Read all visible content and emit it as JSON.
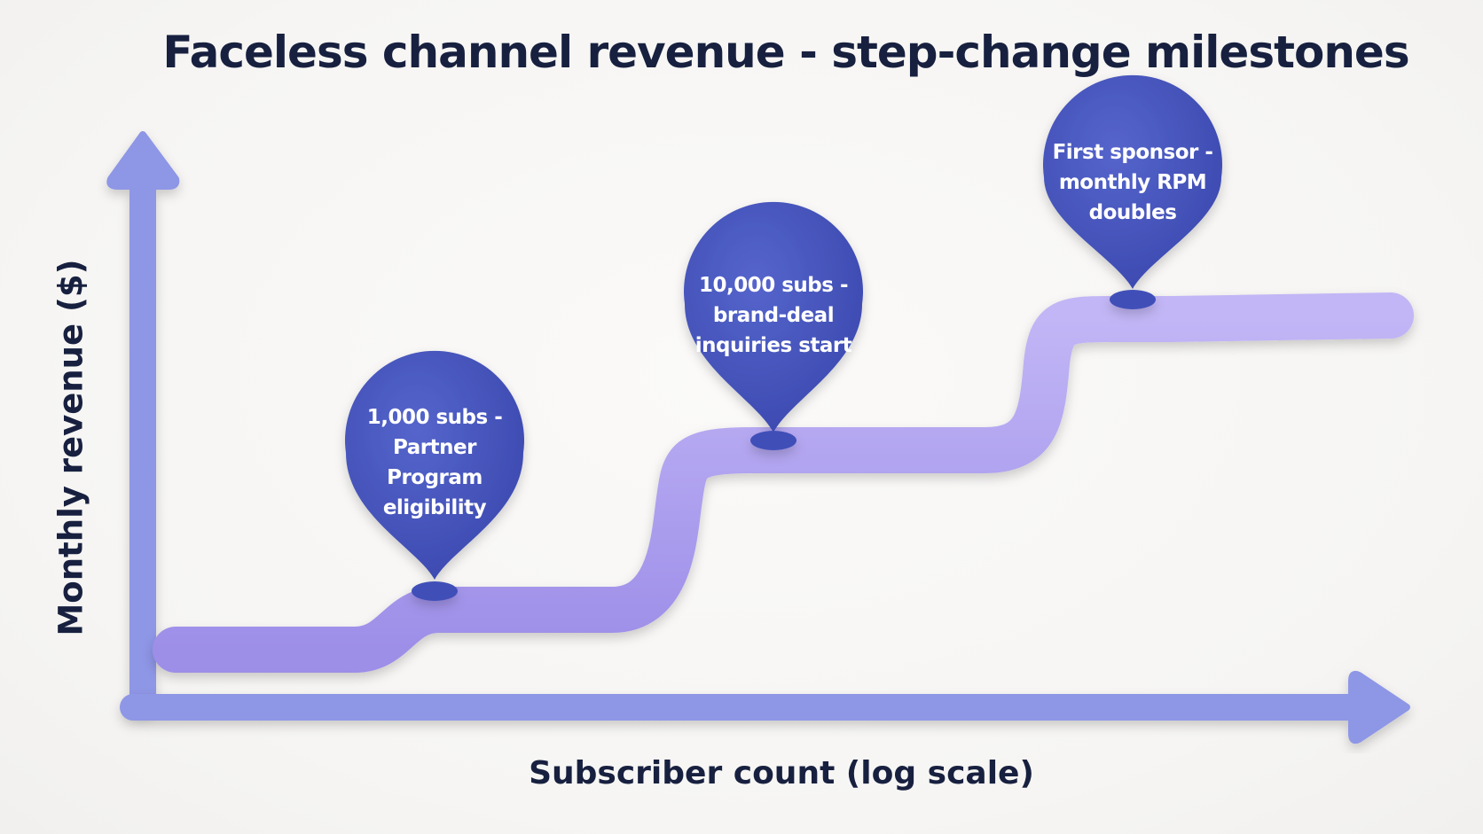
{
  "title": "Faceless channel revenue - step-change milestones",
  "axes": {
    "y_label": "Monthly revenue ($)",
    "x_label": "Subscriber count (log scale)"
  },
  "milestones": [
    {
      "lines": [
        "1,000 subs -",
        "Partner Program",
        "eligibility"
      ]
    },
    {
      "lines": [
        "10,000 subs -",
        "brand-deal",
        "inquiries start"
      ]
    },
    {
      "lines": [
        "First sponsor -",
        "monthly RPM",
        "doubles"
      ]
    }
  ],
  "colors": {
    "axis": "#8f97e6",
    "path": "#ad9fee",
    "pin": "#4150b8",
    "title": "#17203f",
    "pin_text": "#ffffff"
  }
}
